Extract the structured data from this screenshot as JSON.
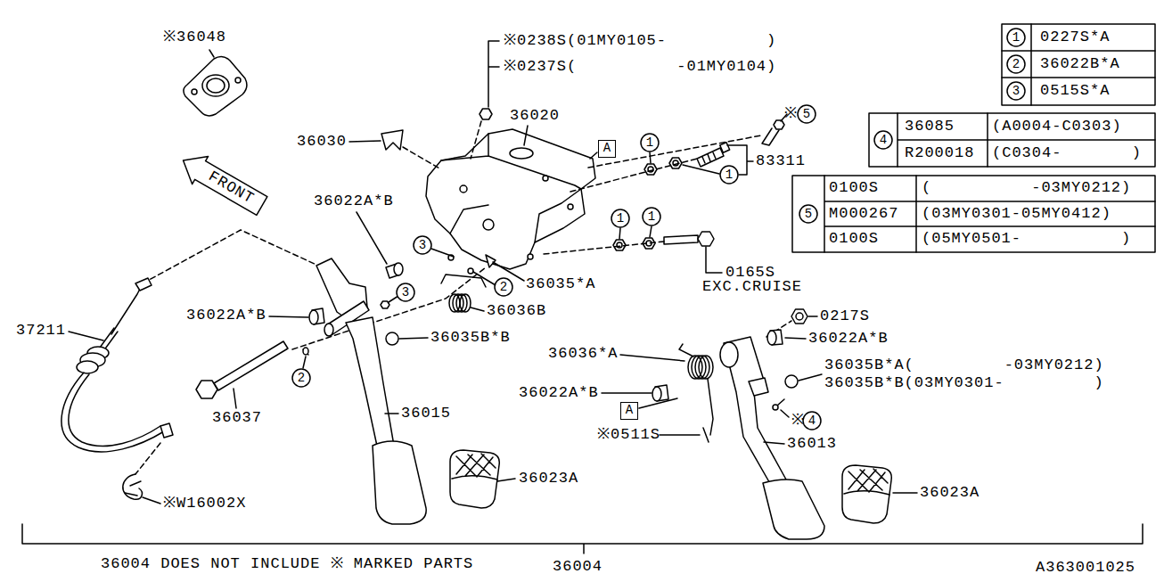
{
  "diagram": {
    "nodes": [
      {
        "text": [
          "1"
        ]
      },
      {
        "text": [
          "2"
        ]
      },
      {
        "text": [
          "3"
        ]
      },
      {
        "text": [
          "5"
        ]
      },
      {
        "text": [
          "4"
        ]
      },
      {
        "text": [
          "1"
        ]
      },
      {
        "text": [
          "A"
        ]
      },
      {
        "text": [
          "1"
        ]
      },
      {
        "text": [
          "5"
        ]
      },
      {
        "text": [
          "1"
        ]
      },
      {
        "text": [
          "1"
        ]
      },
      {
        "text": [
          "3"
        ]
      },
      {
        "text": [
          "2"
        ]
      },
      {
        "text": [
          "3"
        ]
      },
      {
        "text": [
          "2"
        ]
      },
      {
        "text": [
          "A"
        ]
      },
      {
        "text": [
          "4"
        ]
      }
    ],
    "labels": [
      "※36048",
      "※0238S(01MY0105-          )",
      "※0237S(          -01MY0104)",
      "36020",
      "※",
      "36030",
      "83311",
      "FRONT",
      "36022A*B",
      "0165S",
      "EXC.CRUISE",
      "36035*A",
      "36036B",
      "36022A*B",
      "37211",
      "0217S",
      "36035B*B",
      "36022A*B",
      "36036*A",
      "36035B*A(         -03MY0212)",
      "36035B*B(03MY0301-         )",
      "36022A*B",
      "36015",
      "36037",
      "※",
      "※0511S",
      "36013",
      "36023A",
      "36023A",
      "※W16002X",
      "36004 DOES NOT INCLUDE ※ MARKED PARTS",
      "36004",
      "A363001025",
      "0227S*A",
      "36022B*A",
      "0515S*A",
      "36085",
      "(A0004-C0303)",
      "R200018",
      "(C0304-       )",
      "0100S",
      "(          -03MY0212)",
      "M000267",
      "(03MY0301-05MY0412)",
      "0100S",
      "(05MY0501-          )"
    ]
  }
}
